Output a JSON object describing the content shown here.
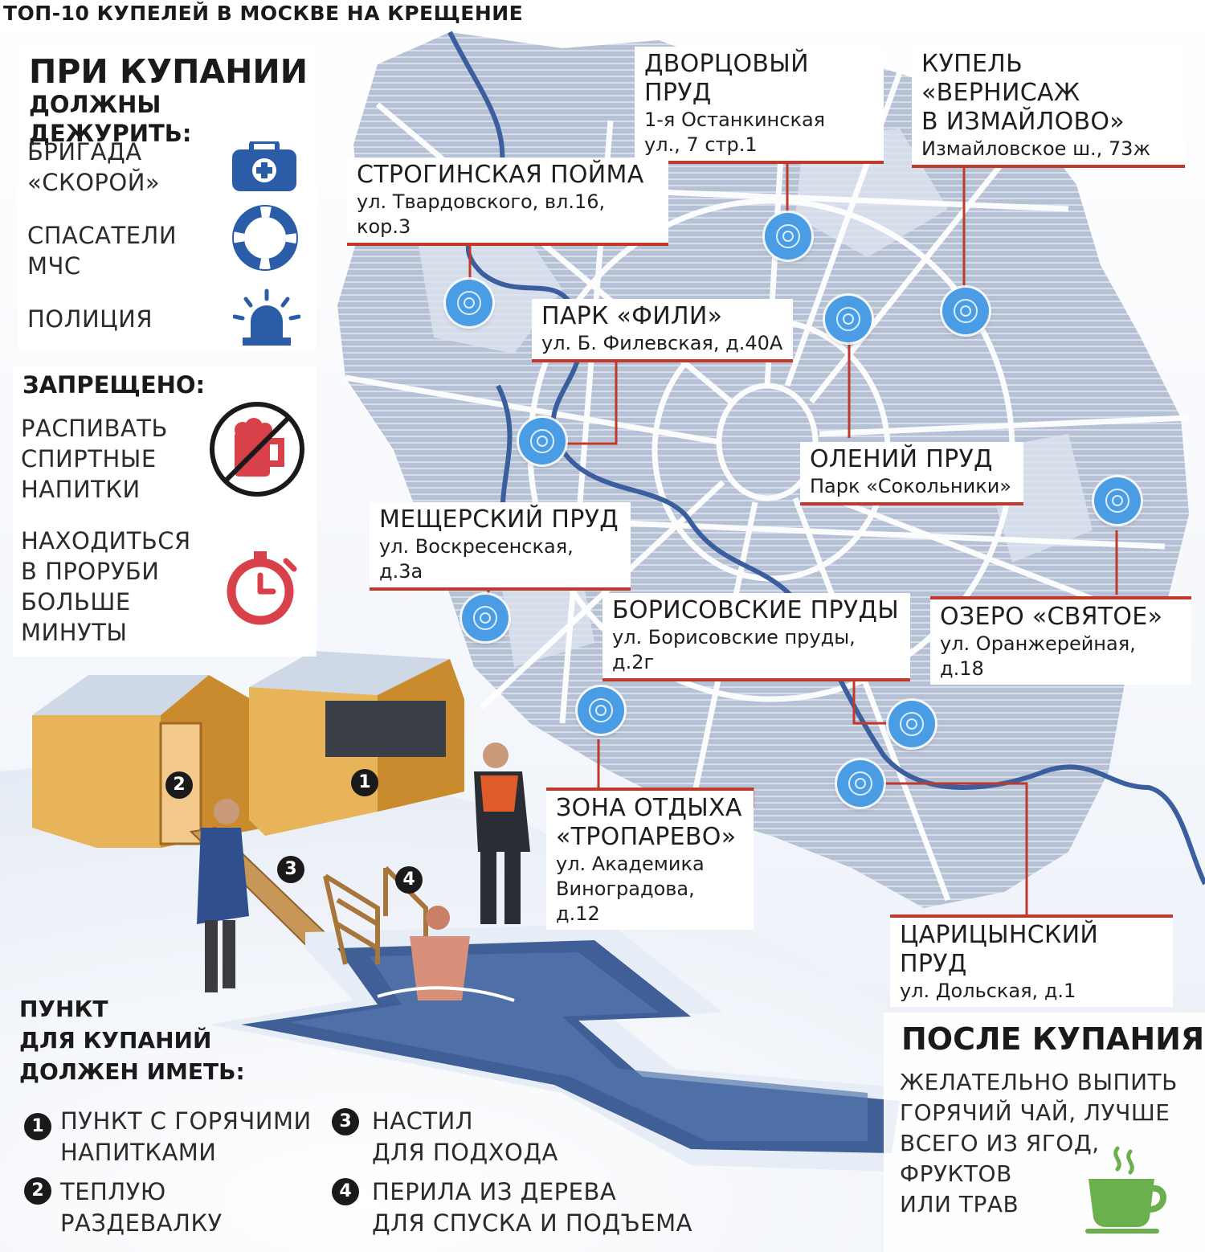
{
  "title": "ТОП-10 КУПЕЛЕЙ В МОСКВЕ НА КРЕЩЕНИЕ",
  "duty": {
    "title_line1": "ПРИ КУПАНИИ",
    "title_line2": "ДОЛЖНЫ ДЕЖУРИТЬ:",
    "items": [
      {
        "label": "БРИГАДА\n«СКОРОЙ»",
        "icon": "first-aid-kit-icon",
        "color": "#2b5ca8"
      },
      {
        "label": "СПАСАТЕЛИ\nМЧС",
        "icon": "lifebuoy-icon",
        "color": "#2b5ca8"
      },
      {
        "label": "ПОЛИЦИЯ",
        "icon": "police-siren-icon",
        "color": "#2b5ca8"
      }
    ]
  },
  "forbidden": {
    "title": "ЗАПРЕЩЕНО:",
    "items": [
      {
        "label": "РАСПИВАТЬ\nСПИРТНЫЕ\nНАПИТКИ",
        "icon": "no-alcohol-icon",
        "color": "#d9414a"
      },
      {
        "label": "НАХОДИТЬСЯ\nВ ПРОРУБИ\nБОЛЬШЕ\nМИНУТЫ",
        "icon": "stopwatch-icon",
        "color": "#d9414a"
      }
    ]
  },
  "locations": [
    {
      "name": "ДВОРЦОВЫЙ ПРУД",
      "address": "1-я Останкинская\nул., 7 стр.1"
    },
    {
      "name": "КУПЕЛЬ «ВЕРНИСАЖ\nВ ИЗМАЙЛОВО»",
      "address": "Измайловское ш., 73ж"
    },
    {
      "name": "СТРОГИНСКАЯ ПОЙМА",
      "address": "ул. Твардовского, вл.16, кор.3"
    },
    {
      "name": "ПАРК «ФИЛИ»",
      "address": "ул. Б. Филевская, д.40А"
    },
    {
      "name": "ОЛЕНИЙ ПРУД",
      "address": "Парк «Сокольники»"
    },
    {
      "name": "МЕЩЕРСКИЙ ПРУД",
      "address": "ул. Воскресенская, д.3а"
    },
    {
      "name": "БОРИСОВСКИЕ ПРУДЫ",
      "address": "ул. Борисовские пруды, д.2г"
    },
    {
      "name": "ОЗЕРО «СВЯТОЕ»",
      "address": "ул. Оранжерейная, д.18"
    },
    {
      "name": "ЗОНА ОТДЫХА\n«ТРОПАРЕВО»",
      "address": "ул. Академика\nВиноградова, д.12"
    },
    {
      "name": "ЦАРИЦЫНСКИЙ ПРУД",
      "address": "ул. Дольская, д.1"
    }
  ],
  "requirements": {
    "title": "ПУНКТ\nДЛЯ КУПАНИЙ\nДОЛЖЕН ИМЕТЬ:",
    "items": [
      {
        "num": "1",
        "text": "ПУНКТ С ГОРЯЧИМИ\nНАПИТКАМИ"
      },
      {
        "num": "2",
        "text": "ТЕПЛУЮ\nРАЗДЕВАЛКУ"
      },
      {
        "num": "3",
        "text": "НАСТИЛ\nДЛЯ ПОДХОДА"
      },
      {
        "num": "4",
        "text": "ПЕРИЛА ИЗ ДЕРЕВА\nДЛЯ СПУСКА И ПОДЪЕМА"
      }
    ]
  },
  "after": {
    "title": "ПОСЛЕ КУПАНИЯ",
    "text": "ЖЕЛАТЕЛЬНО ВЫПИТЬ\nГОРЯЧИЙ ЧАЙ, ЛУЧШЕ\nВСЕГО ИЗ ЯГОД,\nФРУКТОВ\nИЛИ ТРАВ",
    "icon": "hot-tea-cup-icon",
    "color": "#6ab04c"
  },
  "colors": {
    "map_fill": "#b9c3d6",
    "map_road": "#ffffff",
    "river": "#3b5e9e",
    "pin": "#4a9de4",
    "leader": "#c0392b"
  }
}
